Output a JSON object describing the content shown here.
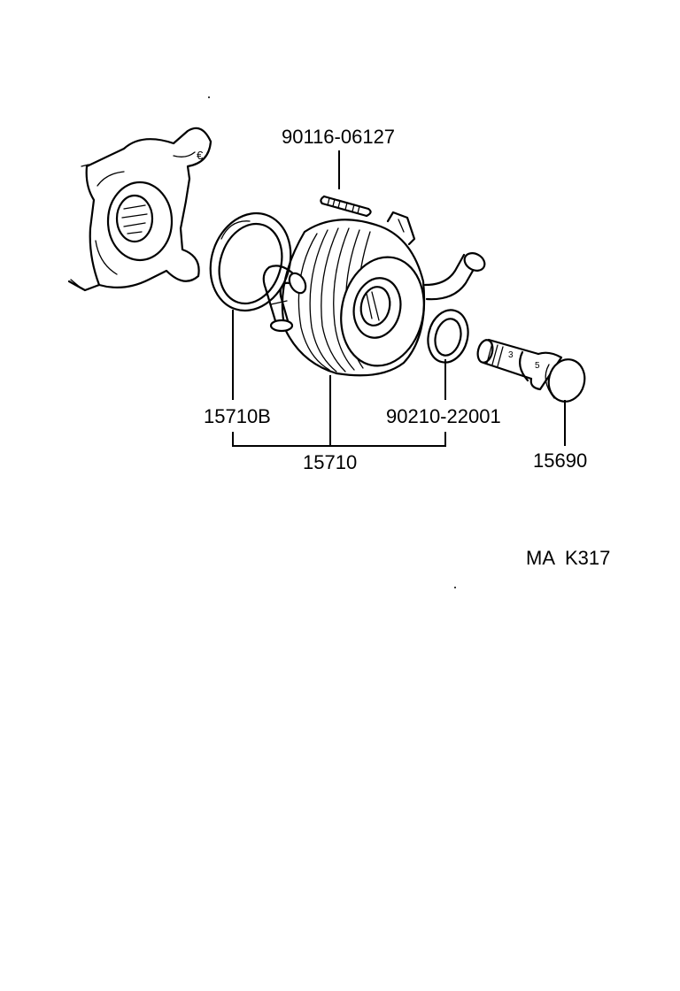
{
  "parts": {
    "stud_bolt": "90116-06127",
    "o_ring": "15710B",
    "oil_cooler": "15710",
    "gasket": "90210-22001",
    "union_bolt": "15690"
  },
  "diagram_code": "MA  K317"
}
